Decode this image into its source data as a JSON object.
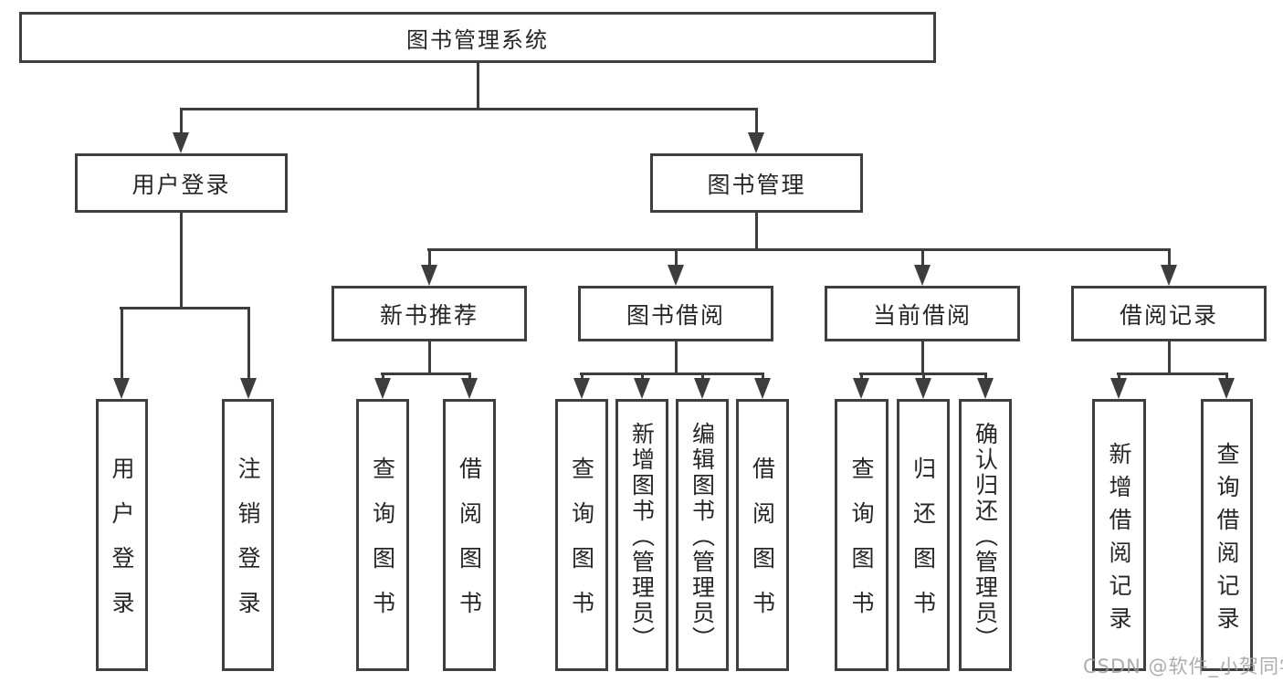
{
  "diagram": {
    "root": "图书管理系统",
    "level2": [
      "用户登录",
      "图书管理"
    ],
    "level3": [
      "新书推荐",
      "图书借阅",
      "当前借阅",
      "借阅记录"
    ],
    "leaves": [
      "用户登录",
      "注销登录",
      "查询图书",
      "借阅图书",
      "查询图书",
      "新增图书（管理员）",
      "编辑图书（管理员）",
      "借阅图书",
      "查询图书",
      "归还图书",
      "确认归还（管理员）",
      "新增借阅记录",
      "查询借阅记录"
    ]
  },
  "watermark": "CSDN @软件_小贺同学",
  "colors": {
    "background": "#ffffff",
    "box_border": "#3f3f3f",
    "connector": "#3d3d3d",
    "text": "#262626",
    "watermark": "#9e9e9e"
  }
}
